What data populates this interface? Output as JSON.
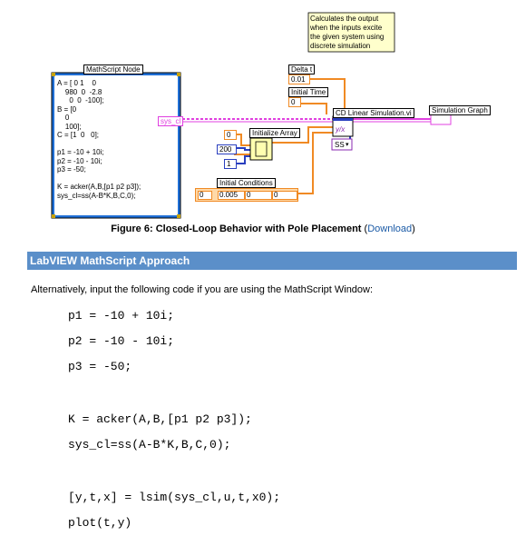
{
  "diagram": {
    "comment": "Calculates the output\nwhen the inputs excite\nthe given system using\ndiscrete simulation",
    "mathscript_title": "MathScript Node",
    "mathscript_code": "A = [ 0 1    0\n    980  0  -2.8\n      0  0  -100];\nB = [0\n    0\n    100];\nC = [1  0   0];\n\np1 = -10 + 10i;\np2 = -10 - 10i;\np3 = -50;\n\nK = acker(A,B,[p1 p2 p3]);\nsys_cl=ss(A-B*K,B,C,0);",
    "sys_cl_label": "sys_cl",
    "delta_t_label": "Delta t",
    "delta_t_value": "0.01",
    "initial_time_label": "Initial Time",
    "initial_time_value": "0",
    "cd_linear_label": "CD Linear Simulation.vi",
    "simulation_graph_label": "Simulation Graph",
    "initialize_array_label": "Initialize Array",
    "const_zero": "0",
    "const_200": "200",
    "const_one": "1",
    "ss_label": "SS",
    "initial_conditions_label": "Initial Conditions",
    "ic_index": "0",
    "ic_values": [
      "0.005",
      "0",
      "0"
    ]
  },
  "caption": {
    "text": "Figure 6: Closed-Loop Behavior with Pole Placement",
    "open_paren": " (",
    "link": "Download",
    "close_paren": ")"
  },
  "section": {
    "title": "LabVIEW MathScript Approach",
    "intro": "Alternatively, input the following code if you are using the MathScript Window:"
  },
  "code_lines": [
    "p1 = -10 + 10i;",
    "p2 = -10 - 10i;",
    "p3 = -50;",
    "K = acker(A,B,[p1 p2 p3]);",
    "sys_cl=ss(A-B*K,B,C,0);",
    "[y,t,x] = lsim(sys_cl,u,t,x0);",
    "plot(t,y)"
  ],
  "colors": {
    "section_bar": "#5b8fc9",
    "link": "#1a5aa6",
    "wire_orange": "#f08a24",
    "wire_pink": "#e040e0",
    "wire_blue": "#2a3fbf",
    "node_blue": "#1f6fd6"
  }
}
